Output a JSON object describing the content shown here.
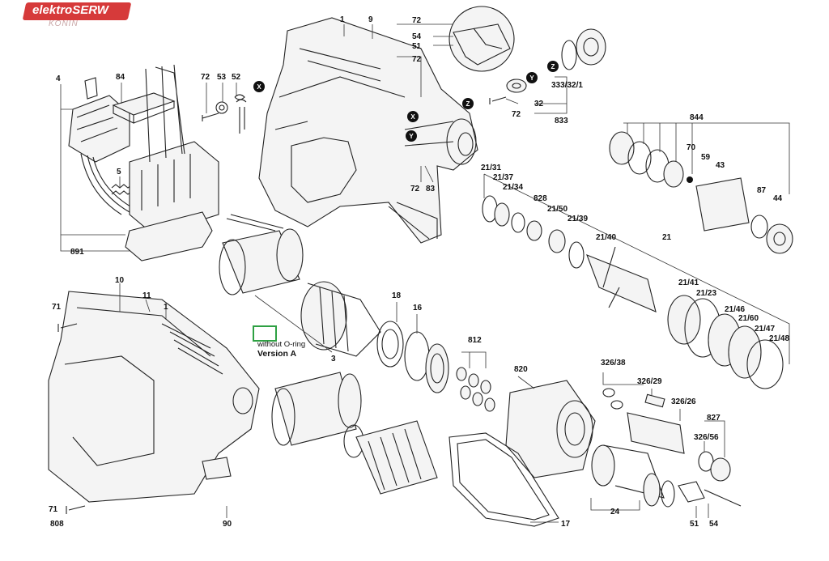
{
  "watermark": {
    "brand": "elektroSERW",
    "city": "KONIN"
  },
  "version_note": {
    "line1": "without O-ring",
    "line2": "Version A"
  },
  "symbols": [
    "X",
    "Y",
    "Z"
  ],
  "accent_colors": {
    "watermark": "#d63a3a",
    "highlight_box": "#2ea043",
    "ink": "#222222"
  },
  "labels": {
    "l4": "4",
    "l84": "84",
    "l5": "5",
    "l891": "891",
    "l72a": "72",
    "l53": "53",
    "l52": "52",
    "l1a": "1",
    "l9": "9",
    "l72b": "72",
    "l54a": "54",
    "l51a": "51",
    "l72c": "72",
    "l333": "333/32/1",
    "l32": "32",
    "l72d": "72",
    "l833": "833",
    "l72e": "72",
    "l83": "83",
    "l844": "844",
    "l70": "70",
    "l59": "59",
    "l43": "43",
    "l87": "87",
    "l44": "44",
    "l2131": "21/31",
    "l2137": "21/37",
    "l2134": "21/34",
    "l828": "828",
    "l2150": "21/50",
    "l2139": "21/39",
    "l2140": "21/40",
    "l21": "21",
    "l2141": "21/41",
    "l2123": "21/23",
    "l2146": "21/46",
    "l2160": "21/60",
    "l2147": "21/47",
    "l2148": "21/48",
    "l10": "10",
    "l11": "11",
    "l1b": "1",
    "l71a": "71",
    "l71b": "71",
    "l808": "808",
    "l90": "90",
    "l3": "3",
    "l18": "18",
    "l16": "16",
    "l812": "812",
    "l820": "820",
    "l32638": "326/38",
    "l32629": "326/29",
    "l32626": "326/26",
    "l827": "827",
    "l32656": "326/56",
    "l17": "17",
    "l24": "24",
    "l51b": "51",
    "l54b": "54"
  }
}
